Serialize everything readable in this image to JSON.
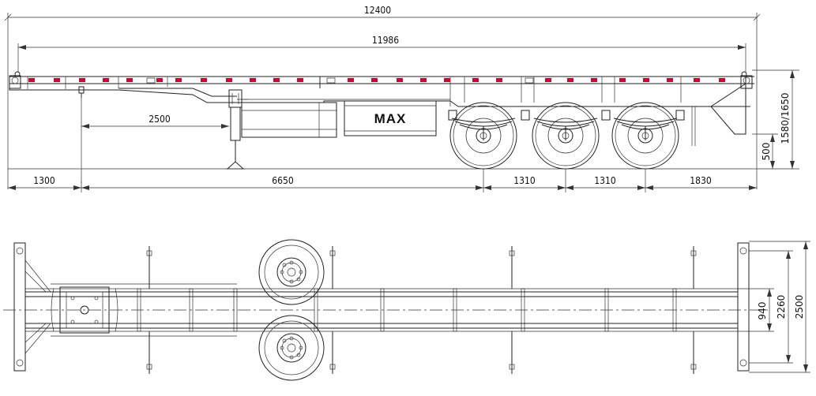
{
  "side_view": {
    "dims": {
      "overall_length": "12400",
      "deck_length": "11986",
      "kingpin_to_landing_gear": "2500",
      "front_overhang": "1300",
      "gear_to_first_axle": "6650",
      "axle_spacing_1": "1310",
      "axle_spacing_2": "1310",
      "rear_overhang": "1830",
      "deck_height": "1580/1650",
      "rear_frame_height": "500"
    },
    "tank_brand": "MAX"
  },
  "top_view": {
    "dims": {
      "beam_spacing": "940",
      "twistlock_width": "2260",
      "overall_width": "2500"
    }
  },
  "colors": {
    "line": "#222222",
    "marker": "#d6002b"
  }
}
